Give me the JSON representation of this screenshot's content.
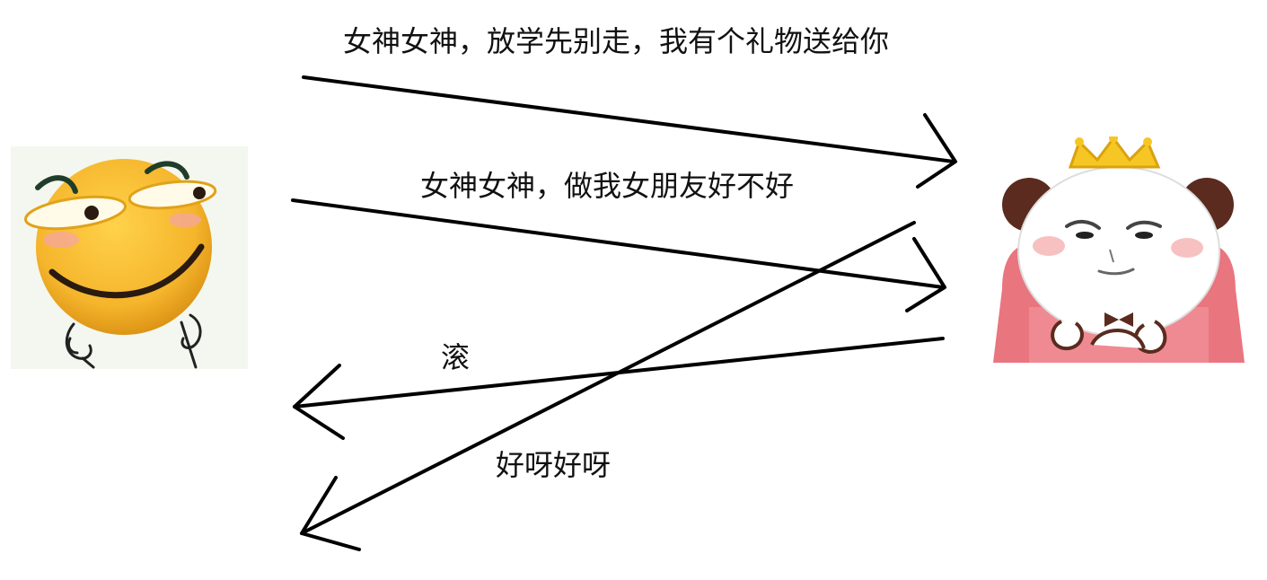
{
  "messages": [
    {
      "text": "女神女神，放学先别走，我有个礼物送给你",
      "direction": "right"
    },
    {
      "text": "女神女神，做我女朋友好不好",
      "direction": "right"
    },
    {
      "text": "滚",
      "direction": "left"
    },
    {
      "text": "好呀好呀",
      "direction": "left"
    }
  ],
  "participants": {
    "left": {
      "icon": "smirking-emoji-icon"
    },
    "right": {
      "icon": "panda-princess-icon"
    }
  },
  "colors": {
    "line": "#000000",
    "emoji_face": "#f5b52c",
    "emoji_shadow": "#e0a21a",
    "blush": "#f6a6a0",
    "panda_ear": "#5a2b1e",
    "crown": "#f6c624",
    "throne": "#e9757f"
  }
}
